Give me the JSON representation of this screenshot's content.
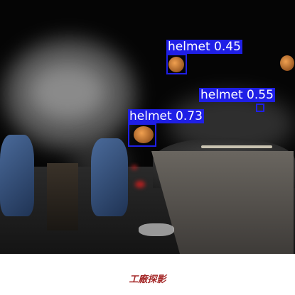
{
  "detections": [
    {
      "label": "helmet 0.45"
    },
    {
      "label": "helmet 0.55"
    },
    {
      "label": "helmet 0.73"
    }
  ],
  "caption": "工廠探影",
  "colors": {
    "box": "#1f1fe6",
    "label_text": "#ffffff",
    "caption": "#a52a2a"
  }
}
